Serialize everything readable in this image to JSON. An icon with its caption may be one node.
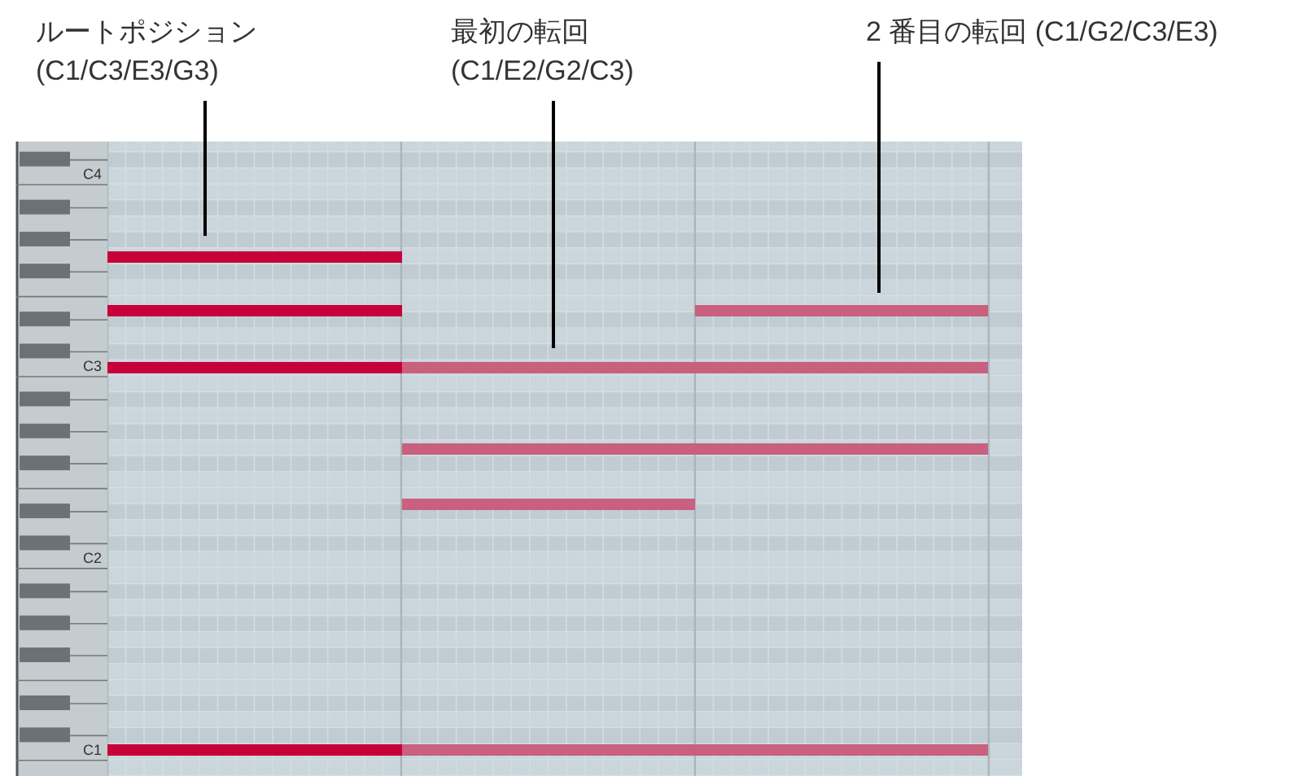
{
  "diagram": {
    "nodes": [
      {
        "text": [
          "ルートポジション (C1/C3/E3/G3)"
        ]
      },
      {
        "text": [
          "最初の転回 (C1/E2/G2/C3)"
        ]
      },
      {
        "text": [
          "2 番目の転回 (C1/G2/C3/E3)"
        ]
      }
    ],
    "edges": [
      {
        "from": 0,
        "to": null,
        "arrow": "none"
      },
      {
        "from": 1,
        "to": null,
        "arrow": "none"
      },
      {
        "from": 2,
        "to": null,
        "arrow": "none"
      }
    ],
    "labels": [
      "C4",
      "C3",
      "C2",
      "C1"
    ]
  }
}
